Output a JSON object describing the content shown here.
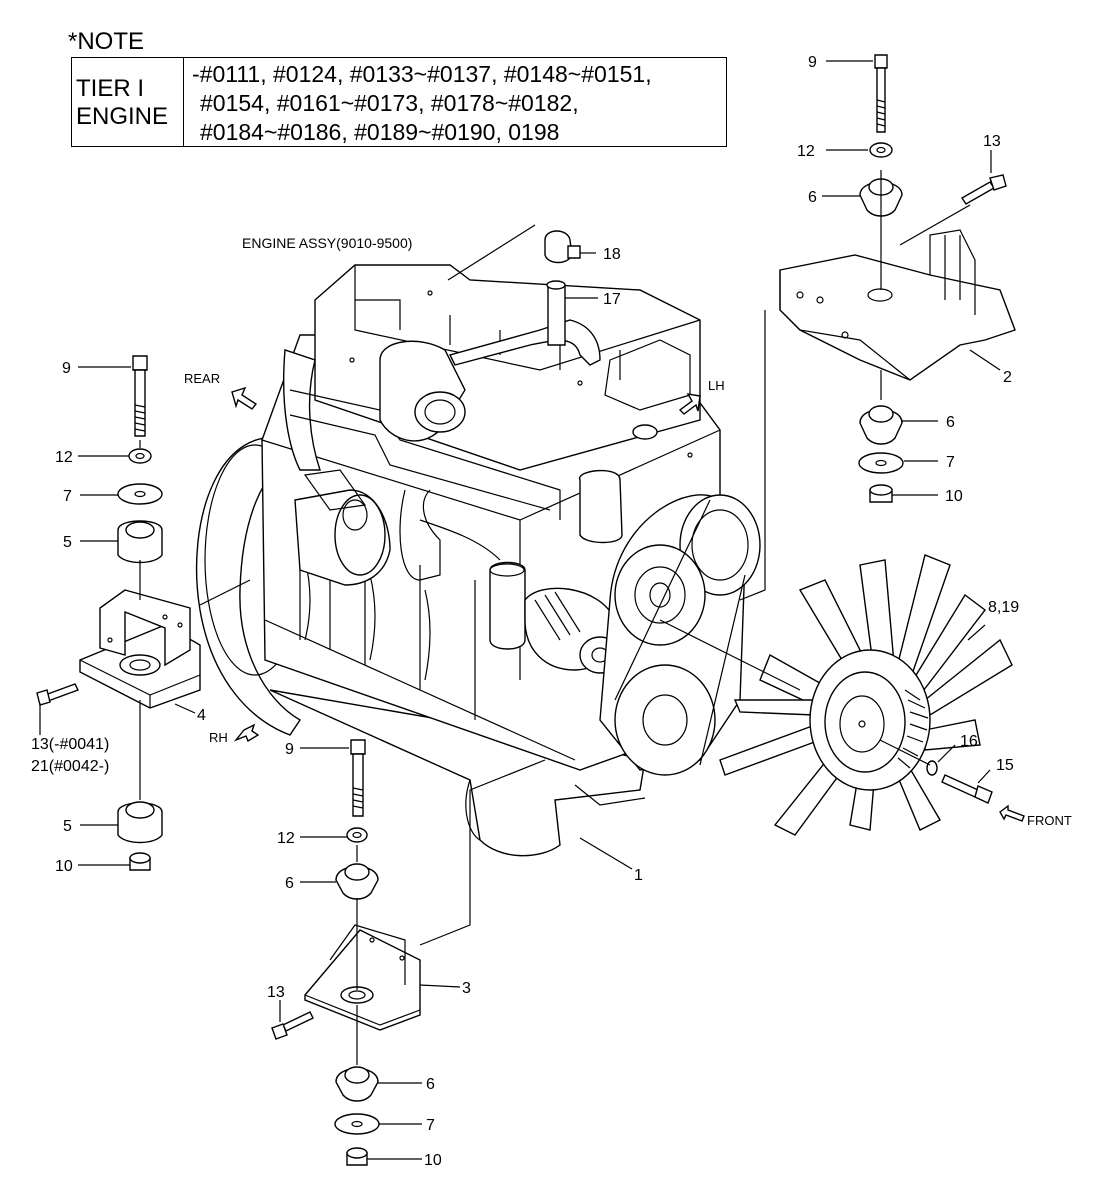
{
  "note": {
    "title": "*NOTE",
    "label_lines": [
      "TIER I",
      "ENGINE"
    ],
    "serial_lines": [
      "-#0111, #0124, #0133~#0137, #0148~#0151,",
      "#0154, #0161~#0173, #0178~#0182,",
      "#0184~#0186, #0189~#0190, 0198"
    ]
  },
  "assembly_title": "ENGINE ASSY(9010-9500)",
  "directions": {
    "rear": "REAR",
    "lh": "LH",
    "rh": "RH",
    "front": "FRONT"
  },
  "callouts": [
    "9",
    "12",
    "13",
    "6",
    "2",
    "6",
    "7",
    "10",
    "18",
    "17",
    "8,19",
    "16",
    "15",
    "9",
    "12",
    "7",
    "5",
    "4",
    "13(-#0041)",
    "21(#0042-)",
    "5",
    "10",
    "9",
    "12",
    "6",
    "3",
    "13",
    "6",
    "7",
    "10",
    "1"
  ]
}
